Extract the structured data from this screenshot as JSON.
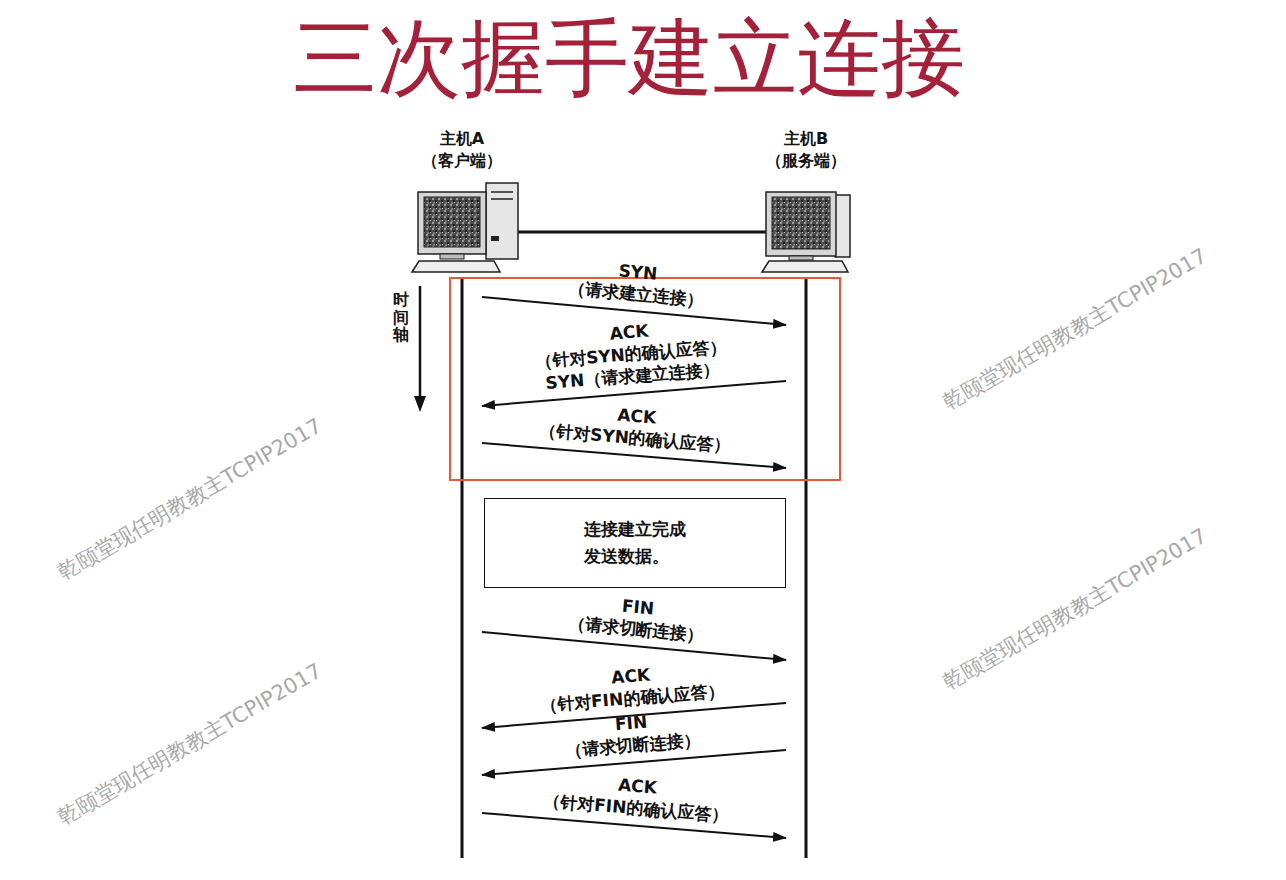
{
  "diagram": {
    "title": "三次握手建立连接",
    "nodes": [
      {
        "text": [
          "主机A （客户端）"
        ]
      },
      {
        "text": [
          "主机B （服务端）"
        ]
      },
      {
        "text": [
          "连接建立完成 发送数据。"
        ]
      }
    ],
    "edges": [
      {
        "from": 0,
        "to": 1,
        "arrow": "to",
        "label": "SYN（请求建立连接）"
      },
      {
        "from": 1,
        "to": 0,
        "arrow": "to",
        "label": "ACK（针对SYN的确认应答） SYN（请求建立连接）"
      },
      {
        "from": 0,
        "to": 1,
        "arrow": "to",
        "label": "ACK（针对SYN的确认应答）"
      },
      {
        "from": 0,
        "to": 1,
        "arrow": "to",
        "label": "FIN（请求切断连接）"
      },
      {
        "from": 1,
        "to": 0,
        "arrow": "to",
        "label": "ACK（针对FIN的确认应答）"
      },
      {
        "from": 1,
        "to": 0,
        "arrow": "to",
        "label": "FIN（请求切断连接）"
      },
      {
        "from": 0,
        "to": 1,
        "arrow": "to",
        "label": "ACK（针对FIN的确认应答）"
      }
    ],
    "labels": [
      "时间轴",
      "乾颐堂现任明教教主TCPIP2017",
      "乾颐堂现任明教教主TCPIP2017",
      "乾颐堂现任明教教主TCPIP2017",
      "乾颐堂现任明教教主TCPIP2017"
    ]
  }
}
